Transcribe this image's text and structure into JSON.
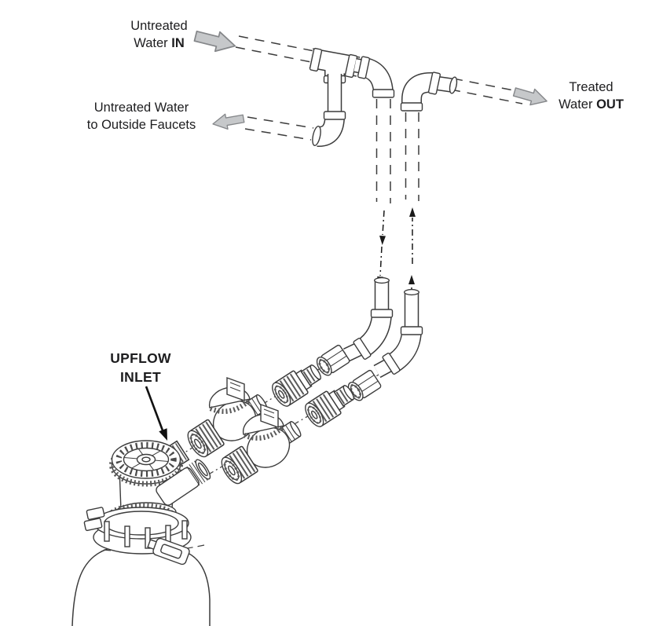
{
  "labels": {
    "untreated_in": {
      "line1": "Untreated",
      "line2": "Water",
      "line2_bold": "IN"
    },
    "outside_faucets": {
      "line1": "Untreated Water",
      "line2": "to Outside Faucets"
    },
    "treated_out": {
      "line1": "Treated",
      "line2": "Water",
      "line2_bold": "OUT"
    },
    "upflow_inlet": {
      "line1": "UPFLOW",
      "line2": "INLET"
    }
  },
  "colors": {
    "background": "#ffffff",
    "line": "#3c3c3c",
    "text": "#1d1d1f",
    "block_arrow_fill": "#c6c8ca",
    "block_arrow_outline": "#85878a",
    "flow_arrow": "#1a1a1a"
  }
}
